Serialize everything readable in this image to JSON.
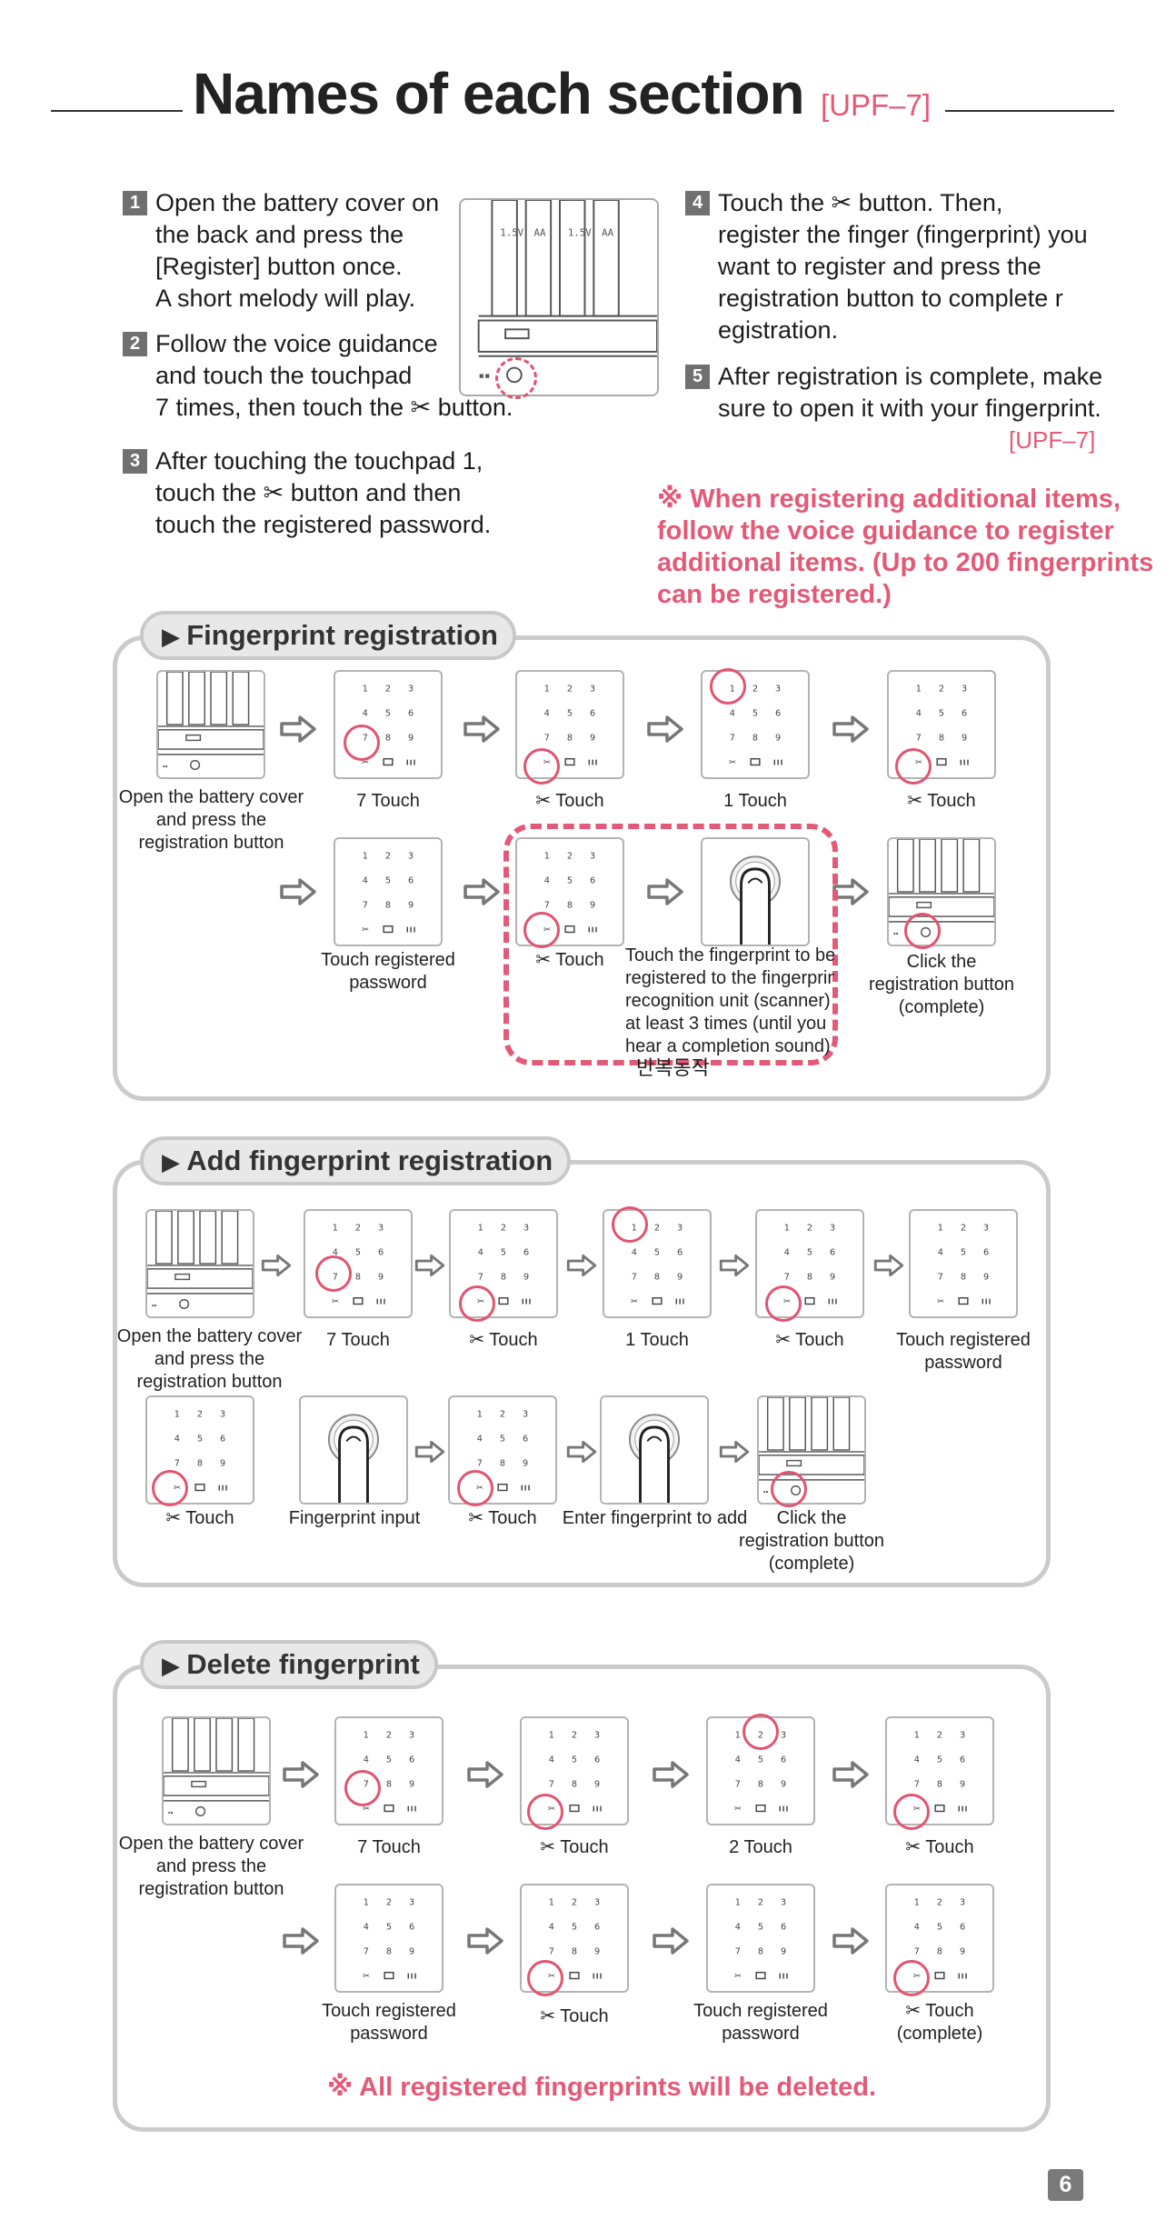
{
  "header": {
    "title": "Names of each section",
    "model_tag": "[UPF–7]"
  },
  "steps": [
    {
      "num": "1",
      "lines": [
        "Open the battery cover on",
        "the back and press the",
        "[Register] button once.",
        "A short melody will play."
      ]
    },
    {
      "num": "2",
      "lines": [
        "Follow the voice guidance",
        "and touch the touchpad",
        "7 times, then touch the ✂ button."
      ]
    },
    {
      "num": "3",
      "lines": [
        "After touching the touchpad 1,",
        "touch the ✂ button and then",
        "touch the registered password."
      ]
    },
    {
      "num": "4",
      "lines": [
        "Touch the ✂ button. Then,",
        "register the finger (fingerprint) you",
        "want to register and press the",
        "registration button to complete r",
        "egistration."
      ]
    },
    {
      "num": "5",
      "lines": [
        "After registration is complete, make",
        "sure to open it with your fingerprint."
      ]
    }
  ],
  "model_tag_2": "[UPF–7]",
  "note_top": [
    "※ When registering additional items,",
    "follow the voice guidance to register",
    "additional items. (Up to 200 fingerprints",
    "can be registered.)"
  ],
  "keypad": {
    "row1": [
      "1",
      "2",
      "3"
    ],
    "row2": [
      "4",
      "5",
      "6"
    ],
    "row3": [
      "7",
      "8",
      "9"
    ]
  },
  "panels": {
    "fingerprint_registration": {
      "title": "Fingerprint registration",
      "labels": {
        "battery": [
          "Open the battery cover",
          "and press the",
          "registration button"
        ],
        "touch7": "7 Touch",
        "touch_x1": "✂ Touch",
        "touch1": "1 Touch",
        "touch_x2": "✂ Touch",
        "password": [
          "Touch registered",
          "password"
        ],
        "touch_x3": "✂ Touch",
        "fingerprint": [
          "Touch the fingerprint to be",
          "registered to the fingerprint",
          "recognition unit (scanner)",
          "at least 3 times (until you",
          "hear a completion sound)"
        ],
        "complete": [
          "Click the",
          "registration button",
          "(complete)"
        ]
      },
      "repeat_note": "반복동작"
    },
    "add_registration": {
      "title": "Add fingerprint registration",
      "labels": {
        "battery": [
          "Open the battery cover",
          "and press the",
          "registration button"
        ],
        "touch7": "7 Touch",
        "touch_x1": "✂ Touch",
        "touch1": "1 Touch",
        "touch_x2": "✂ Touch",
        "password": [
          "Touch registered",
          "password"
        ],
        "touch_x3": "✂ Touch",
        "fp_input": "Fingerprint input",
        "touch_x4": "✂ Touch",
        "fp_add": "Enter fingerprint to add",
        "complete": [
          "Click the",
          "registration button",
          "(complete)"
        ]
      }
    },
    "delete_fingerprint": {
      "title": "Delete fingerprint",
      "labels": {
        "battery": [
          "Open the battery cover",
          "and press the",
          "registration button"
        ],
        "touch7": "7 Touch",
        "touch_x1": "✂ Touch",
        "touch2": "2 Touch",
        "touch_x2": "✂ Touch",
        "password1": [
          "Touch registered",
          "password"
        ],
        "touch_x3": "✂ Touch",
        "password2": [
          "Touch registered",
          "password"
        ],
        "touch_x4": [
          "✂ Touch",
          "(complete)"
        ]
      },
      "note": "※ All registered fingerprints will be deleted."
    }
  },
  "page_number": "6",
  "colors": {
    "accent": "#e35a77",
    "panel_border": "#cbcbcb",
    "badge": "#707070"
  }
}
